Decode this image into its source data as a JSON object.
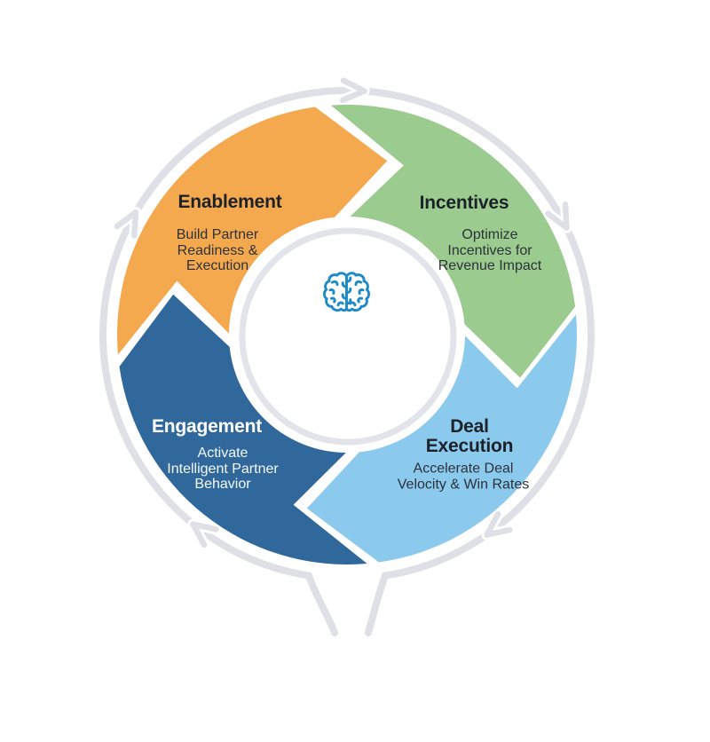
{
  "diagram": {
    "type": "cycle",
    "direction": "clockwise",
    "background_color": "#ffffff",
    "ring": {
      "color": "#dfdfe6",
      "outline_color": "#ffffff",
      "arrow_count": 5
    },
    "center": {
      "fill": "#ffffff",
      "ring_color": "#e2e4ea",
      "icon": "brain-icon",
      "icon_color": "#1e8bc7"
    },
    "segments": [
      {
        "id": "enablement",
        "title": "Enablement",
        "description": "Build Partner\nReadiness &\nExecution",
        "color": "#f5a94f",
        "title_color": "#1d2129",
        "description_color": "#2d313a"
      },
      {
        "id": "incentives",
        "title": "Incentives",
        "description": "Optimize\nIncentives for\nRevenue Impact",
        "color": "#9bcb8e",
        "title_color": "#1d2129",
        "description_color": "#2d313a"
      },
      {
        "id": "deal-execution",
        "title": "Deal Execution",
        "description": "Accelerate Deal\nVelocity & Win Rates",
        "color": "#8bc9ed",
        "title_color": "#1d2129",
        "description_color": "#2d313a"
      },
      {
        "id": "engagement",
        "title": "Engagement",
        "description": "Activate\nIntelligent Partner\nBehavior",
        "color": "#31689b",
        "title_color": "#ffffff",
        "description_color": "#f4f8fc"
      }
    ]
  }
}
